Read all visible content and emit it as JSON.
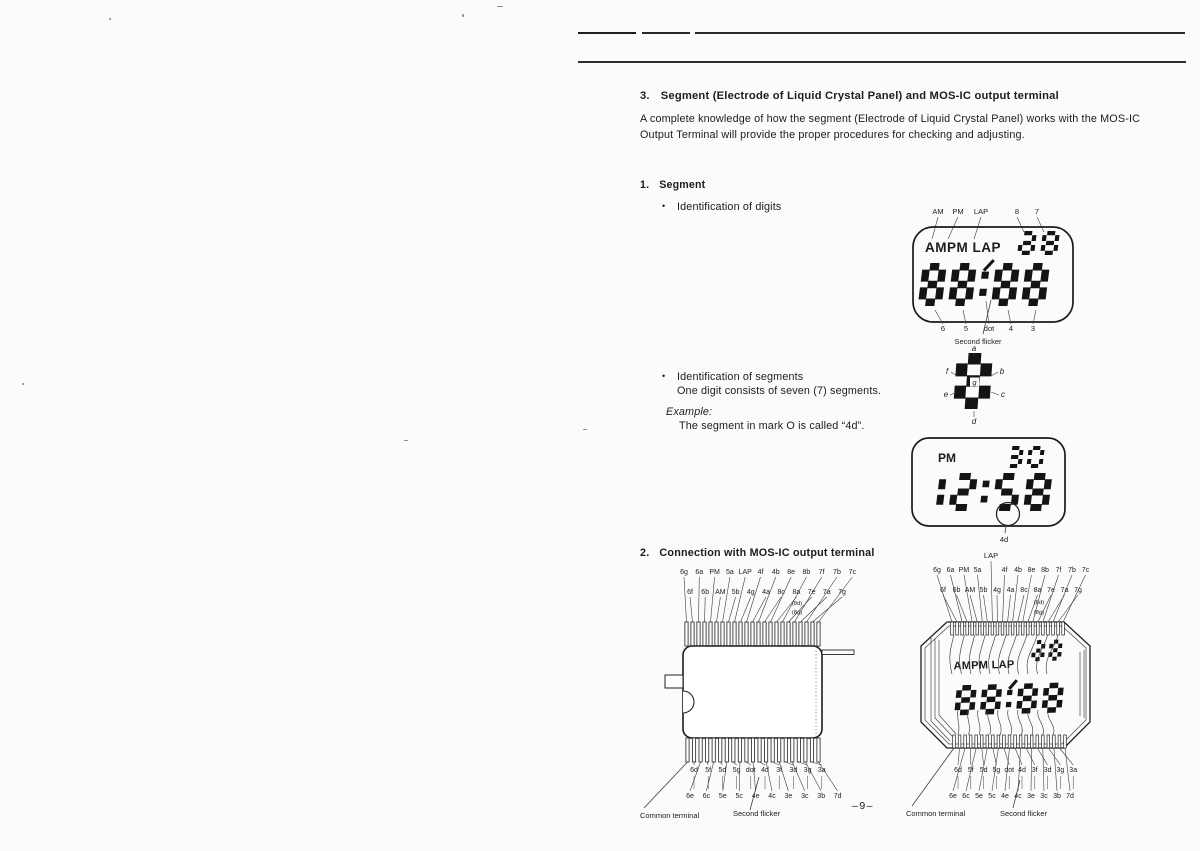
{
  "page_number": "–9–",
  "glyphs": {
    "bullet": "•"
  },
  "heading3": {
    "num": "3.",
    "text": "Segment (Electrode of Liquid Crystal Panel) and MOS-IC output terminal"
  },
  "intro": {
    "line1": "A complete knowledge of how the segment (Electrode of Liquid Crystal Panel) works with the MOS-IC",
    "line2": "Output Terminal will provide the proper procedures for checking and adjusting."
  },
  "seg_section": {
    "num": "1.",
    "heading": "Segment",
    "bullet_digits": "Identification of digits",
    "bullet_segments": "Identification of segments",
    "bullet_segments_sub": "One digit consists of seven (7) segments.",
    "example_label": "Example:",
    "example_text": "The segment in mark O is called “4d”."
  },
  "lcd1": {
    "top_callouts": [
      "AM",
      "PM",
      "LAP",
      "8",
      "7"
    ],
    "panel_text": "AMPM LAP",
    "upper_digits": {
      "value": "88",
      "patterns": [
        "abcdeg",
        "abcdefg"
      ]
    },
    "lower_digits": {
      "value": "88:88",
      "patterns": [
        "abcdefg",
        "abcdefg",
        ":",
        "abcdefg",
        "abcdefg"
      ]
    },
    "bottom_callouts": [
      "6",
      "5",
      "dot",
      "4",
      "3"
    ],
    "flicker": "Second flicker"
  },
  "segment_id_figure": {
    "pattern": "abcdefg",
    "labels": [
      "a",
      "b",
      "c",
      "d",
      "e",
      "f",
      "g"
    ]
  },
  "lcd2": {
    "pm": "PM",
    "upper": {
      "value": "30",
      "patterns": [
        "abcdg",
        "abcdef"
      ]
    },
    "lower": {
      "value": "12:58",
      "patterns": [
        "bc",
        "abdeg",
        ":",
        "acdfg",
        "abcdefg"
      ]
    },
    "mark": "4d"
  },
  "connection": {
    "num": "2.",
    "heading": "Connection with MOS-IC output terminal",
    "ic": {
      "top_row1": [
        "6g",
        "6a",
        "PM",
        "5a",
        "LAP",
        "4f",
        "4b",
        "8e",
        "8b",
        "7f",
        "7b",
        "7c"
      ],
      "top_row2": [
        "6f",
        "6b",
        "AM",
        "5b",
        "4g",
        "4a",
        "8c",
        "8a",
        "7e",
        "7a",
        "7g"
      ],
      "note_8d": "(8d)",
      "note_8g": "(8g)",
      "bottom_row1": [
        "6d",
        "5f",
        "5d",
        "5g",
        "dot",
        "4d",
        "3f",
        "3d",
        "3g",
        "3a"
      ],
      "bottom_row2": [
        "6e",
        "6c",
        "5e",
        "5c",
        "4e",
        "4c",
        "3e",
        "3c",
        "3b",
        "7d"
      ],
      "common": "Common terminal",
      "flicker": "Second flicker"
    },
    "panel": {
      "lap": "LAP",
      "top_row1": [
        "6g",
        "6a",
        "PM",
        "5a",
        "4f",
        "4b",
        "8e",
        "8b",
        "7f",
        "7b",
        "7c"
      ],
      "top_row2": [
        "6f",
        "6b",
        "AM",
        "5b",
        "4g",
        "4a",
        "8c",
        "8a",
        "7e",
        "7a",
        "7g"
      ],
      "note_8d": "(8d)",
      "note_8g": "(8g)",
      "bottom_row1": [
        "6d",
        "5f",
        "5d",
        "5g",
        "dot",
        "4d",
        "3f",
        "3d",
        "3g",
        "3a"
      ],
      "bottom_row2": [
        "6e",
        "6c",
        "5e",
        "5c",
        "4e",
        "4c",
        "3e",
        "3c",
        "3b",
        "7d"
      ],
      "panel_text": "AMPM LAP",
      "upper_digits": {
        "value": "88",
        "patterns": [
          "abcdeg",
          "abcdefg"
        ]
      },
      "lower_digits": {
        "value": "88:88",
        "patterns": [
          "abcdefg",
          "abcdefg",
          ":",
          "abcdefg",
          "abcdefg"
        ]
      },
      "common": "Common terminal",
      "flicker": "Second flicker"
    }
  }
}
